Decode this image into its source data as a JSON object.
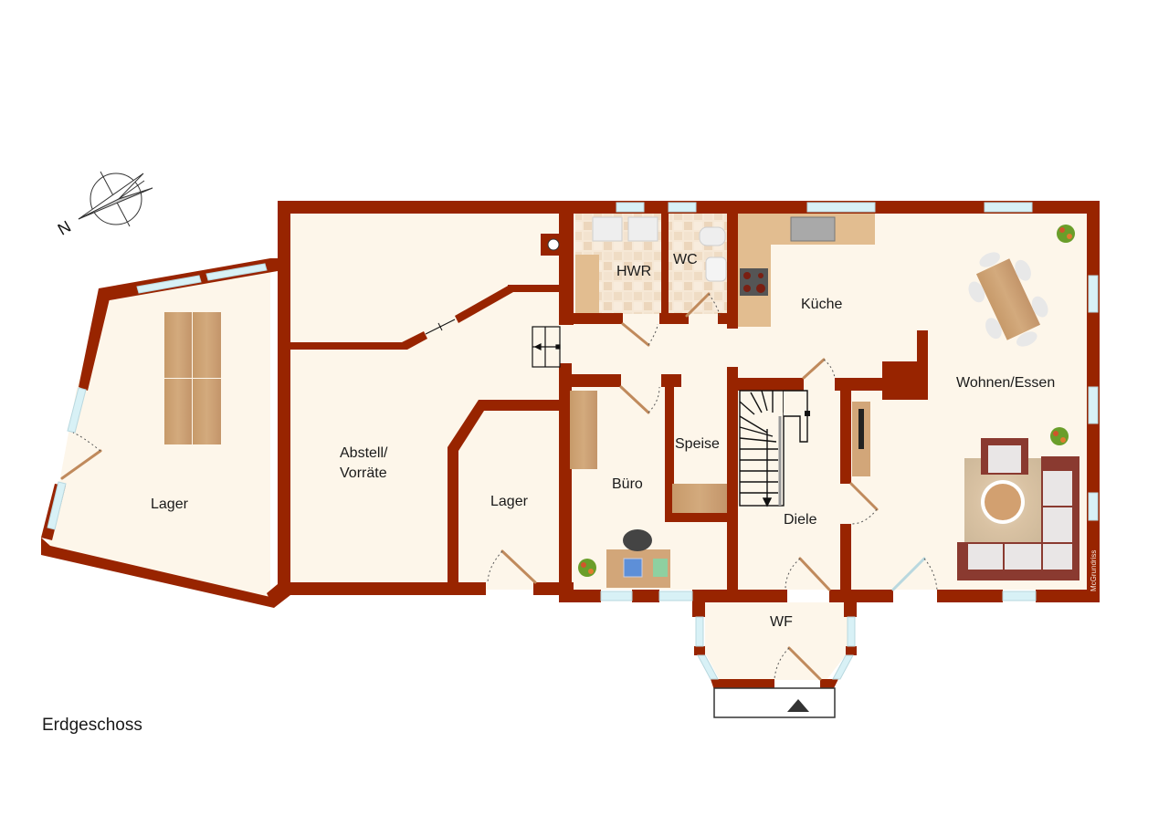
{
  "floor": {
    "title": "Erdgeschoss"
  },
  "compass": {
    "label": "N",
    "icon": "north-arrow-icon"
  },
  "credit": "McGrundriss",
  "colors": {
    "wall": "#982400",
    "floor": "#fdf6ea",
    "tile_light": "#f4e2cc",
    "tile_dark": "#e9cfb0",
    "wood": "#c9a072",
    "window": "#d8f1f6",
    "sofa_frame": "#8a3a30",
    "sofa_cushion": "#e9e6e6"
  },
  "rooms": [
    {
      "id": "lager-west",
      "label": "Lager"
    },
    {
      "id": "abstell",
      "label": "Abstell/\nVorräte",
      "label_line1": "Abstell/",
      "label_line2": "Vorräte"
    },
    {
      "id": "lager-mid",
      "label": "Lager"
    },
    {
      "id": "hwr",
      "label": "HWR"
    },
    {
      "id": "wc",
      "label": "WC"
    },
    {
      "id": "kueche",
      "label": "Küche"
    },
    {
      "id": "wohnen-essen",
      "label": "Wohnen/Essen"
    },
    {
      "id": "buero",
      "label": "Büro"
    },
    {
      "id": "speise",
      "label": "Speise"
    },
    {
      "id": "diele",
      "label": "Diele"
    },
    {
      "id": "wf",
      "label": "WF"
    }
  ],
  "entrance": {
    "icon": "entrance-arrow-icon"
  }
}
